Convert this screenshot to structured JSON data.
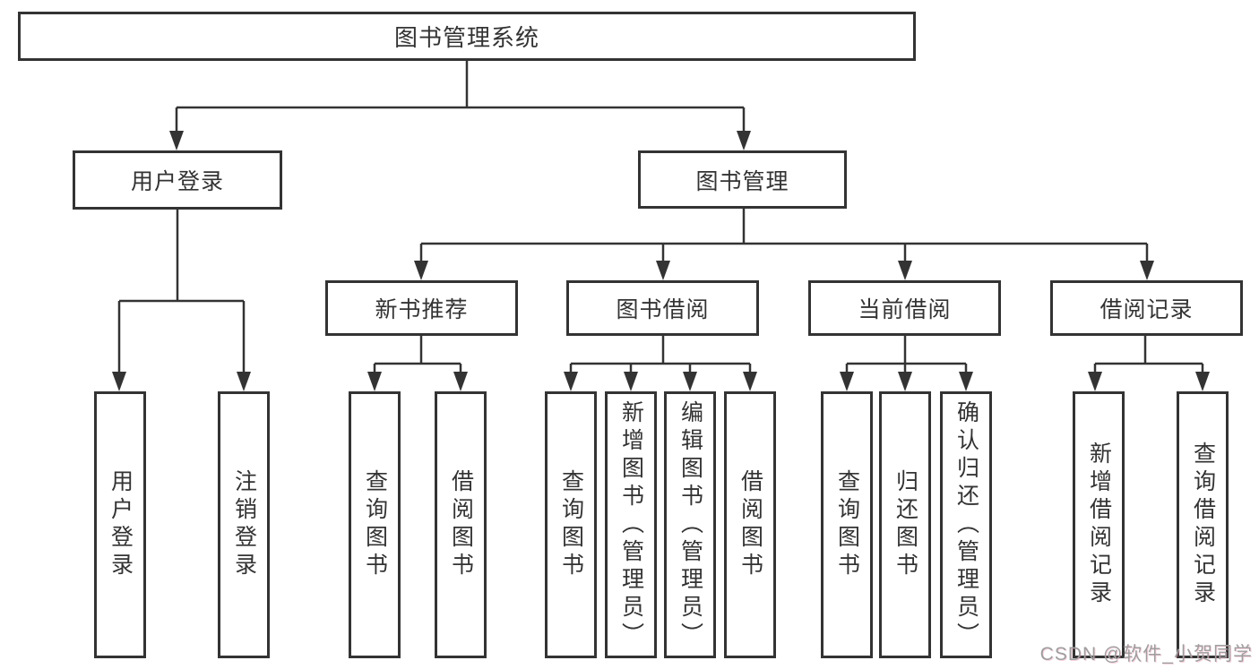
{
  "diagram": {
    "root": {
      "label": "图书管理系统"
    },
    "level2": [
      {
        "label": "用户登录"
      },
      {
        "label": "图书管理"
      }
    ],
    "level3": [
      {
        "label": "新书推荐"
      },
      {
        "label": "图书借阅"
      },
      {
        "label": "当前借阅"
      },
      {
        "label": "借阅记录"
      }
    ],
    "leaves": [
      {
        "label": "用户登录"
      },
      {
        "label": "注销登录"
      },
      {
        "label": "查询图书"
      },
      {
        "label": "借阅图书"
      },
      {
        "label": "查询图书"
      },
      {
        "label": "新增图书（管理员）"
      },
      {
        "label": "编辑图书（管理员）"
      },
      {
        "label": "借阅图书"
      },
      {
        "label": "查询图书"
      },
      {
        "label": "归还图书"
      },
      {
        "label": "确认归还（管理员）"
      },
      {
        "label": "新增借阅记录"
      },
      {
        "label": "查询借阅记录"
      }
    ],
    "colors": {
      "line": "#333333",
      "border": "#333333",
      "text": "#333333",
      "watermark": "#9e9e9e"
    },
    "watermark": "CSDN @软件_小贺同学"
  }
}
